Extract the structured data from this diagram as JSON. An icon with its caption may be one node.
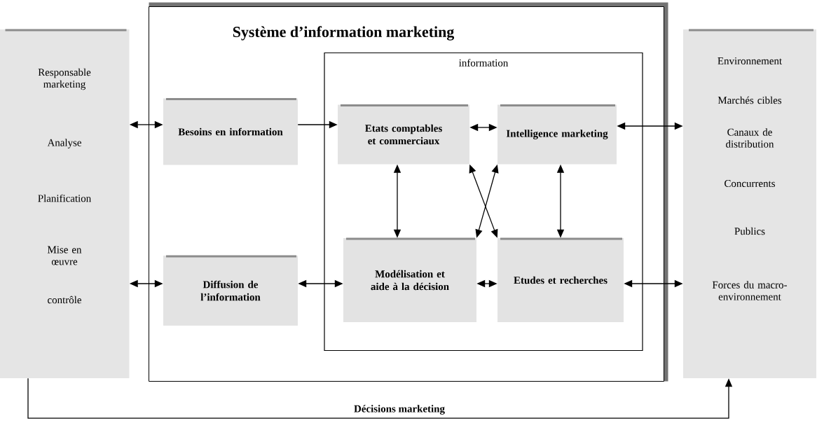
{
  "diagram": {
    "nodes": [
      {
        "text": [
          "Responsable marketing",
          "Analyse",
          "Planification",
          "Mise en œuvre",
          "contrôle"
        ]
      },
      {
        "text": [
          "Système d’information marketing"
        ]
      },
      {
        "text": [
          "Besoins en information"
        ],
        "in": 1
      },
      {
        "text": [
          "Diffusion de l’information"
        ],
        "in": 1
      },
      {
        "text": [
          "information"
        ],
        "in": 1
      },
      {
        "text": [
          "Etats comptables et commerciaux"
        ],
        "in": 4
      },
      {
        "text": [
          "Intelligence marketing"
        ],
        "in": 4
      },
      {
        "text": [
          "Modélisation et aide à la décision"
        ],
        "in": 4
      },
      {
        "text": [
          "Etudes et recherches"
        ],
        "in": 4
      },
      {
        "text": [
          "Environnement",
          "Marchés cibles",
          "Canaux de distribution",
          "Concurrents",
          "Publics",
          "Forces du macro-environnement"
        ]
      }
    ],
    "edges": [
      {
        "from": 0,
        "to": 2,
        "arrow": "both"
      },
      {
        "from": 2,
        "to": 5,
        "arrow": "to"
      },
      {
        "from": 5,
        "to": 6,
        "arrow": "both"
      },
      {
        "from": 6,
        "to": 9,
        "arrow": "both"
      },
      {
        "from": 5,
        "to": 7,
        "arrow": "both"
      },
      {
        "from": 5,
        "to": 8,
        "arrow": "both"
      },
      {
        "from": 6,
        "to": 7,
        "arrow": "both"
      },
      {
        "from": 6,
        "to": 8,
        "arrow": "both"
      },
      {
        "from": 0,
        "to": 3,
        "arrow": "both"
      },
      {
        "from": 3,
        "to": 7,
        "arrow": "both"
      },
      {
        "from": 7,
        "to": 8,
        "arrow": "both"
      },
      {
        "from": 8,
        "to": 9,
        "arrow": "both"
      },
      {
        "from": 0,
        "to": 9,
        "arrow": "to",
        "label": "Décisions marketing"
      }
    ]
  }
}
